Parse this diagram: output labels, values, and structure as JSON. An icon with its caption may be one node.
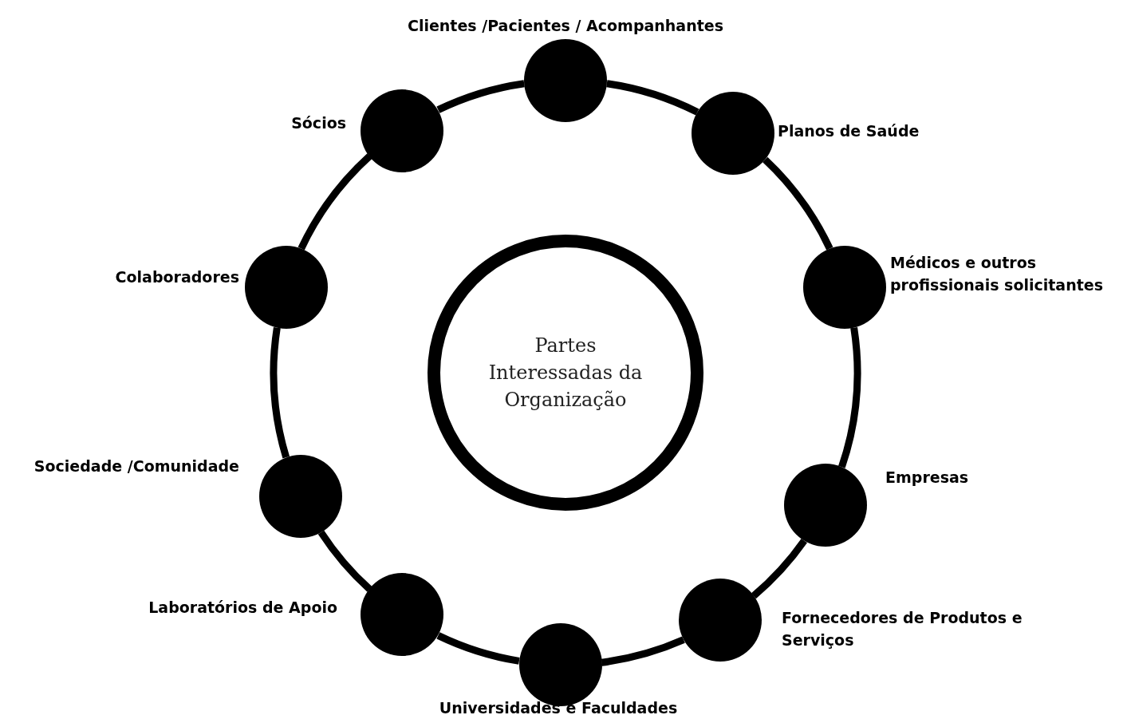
{
  "diagram": {
    "nodes": [
      {
        "text": [
          "Partes Interessadas da Organização"
        ]
      },
      {
        "text": [],
        "shape": "circle",
        "beside": [
          "Clientes /Pacientes / Acompanhantes"
        ]
      },
      {
        "text": [],
        "shape": "circle",
        "beside": [
          "Planos de Saúde"
        ]
      },
      {
        "text": [],
        "shape": "circle",
        "beside": [
          "Médicos e outros profissionais solicitantes"
        ]
      },
      {
        "text": [],
        "shape": "circle",
        "beside": [
          "Empresas"
        ]
      },
      {
        "text": [],
        "shape": "circle",
        "beside": [
          "Fornecedores de Produtos e Serviços"
        ]
      },
      {
        "text": [],
        "shape": "circle",
        "beside": [
          "Universidades e Faculdades"
        ]
      },
      {
        "text": [],
        "shape": "circle",
        "beside": [
          "Laboratórios de Apoio"
        ]
      },
      {
        "text": [],
        "shape": "circle",
        "beside": [
          "Sociedade /Comunidade"
        ]
      },
      {
        "text": [],
        "shape": "circle",
        "beside": [
          "Colaboradores"
        ]
      },
      {
        "text": [],
        "shape": "circle",
        "beside": [
          "Sócios"
        ]
      }
    ],
    "edges": [
      {
        "from": 1,
        "to": 2,
        "arrow": "none"
      },
      {
        "from": 2,
        "to": 3,
        "arrow": "none"
      },
      {
        "from": 3,
        "to": 4,
        "arrow": "none"
      },
      {
        "from": 4,
        "to": 5,
        "arrow": "none"
      },
      {
        "from": 5,
        "to": 6,
        "arrow": "none"
      },
      {
        "from": 6,
        "to": 7,
        "arrow": "none"
      },
      {
        "from": 7,
        "to": 8,
        "arrow": "none"
      },
      {
        "from": 8,
        "to": 9,
        "arrow": "none"
      },
      {
        "from": 9,
        "to": 10,
        "arrow": "none"
      },
      {
        "from": 10,
        "to": 1,
        "arrow": "none"
      }
    ]
  }
}
